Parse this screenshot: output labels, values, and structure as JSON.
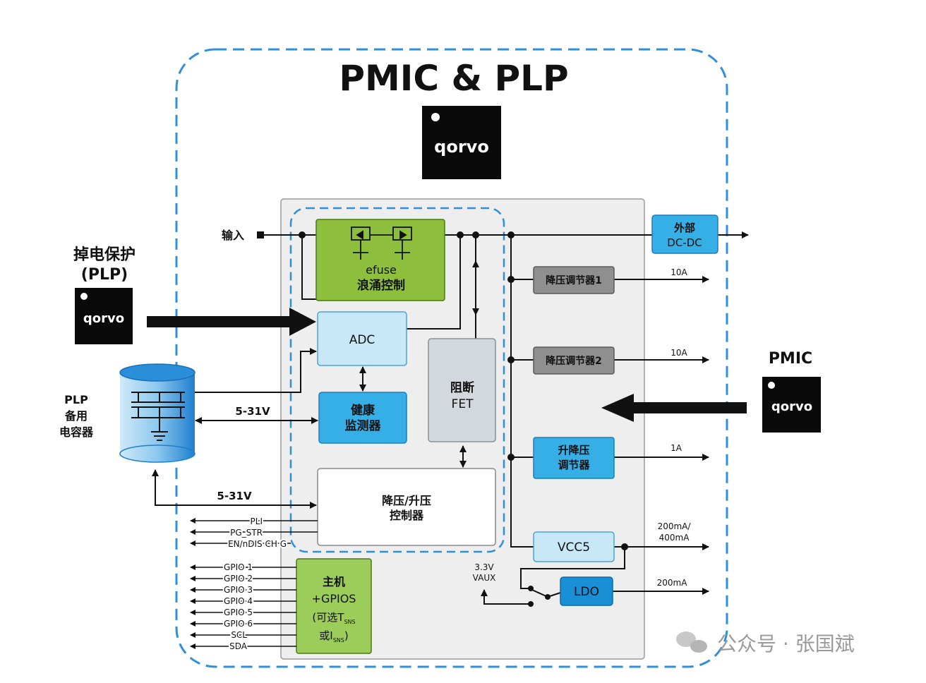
{
  "title": "PMIC & PLP",
  "logo_text": "qorvo",
  "colors": {
    "outer_dashed": "#2f8fd8",
    "chip_bg": "#eeeeee",
    "efuse_green": "#8dbf3c",
    "light_blue": "#c9e8f7",
    "mid_blue": "#36aee6",
    "dark_blue": "#1a8fd6",
    "gray_block": "#8f8f8f",
    "fet_gray": "#d3d8de",
    "host_green": "#9ccc5a"
  },
  "left_labels": {
    "plp_line1": "掉电保护",
    "plp_line2": "(PLP)",
    "cap_line1": "PLP",
    "cap_line2": "备用",
    "cap_line3": "电容器"
  },
  "right_labels": {
    "pmic": "PMIC"
  },
  "input_label": "输入",
  "blocks": {
    "efuse_line1": "efuse",
    "efuse_line2": "浪涌控制",
    "adc": "ADC",
    "health_line1": "健康",
    "health_line2": "监测器",
    "fet_line1": "阻断",
    "fet_line2": "FET",
    "buckboost_ctrl_line1": "降压/升压",
    "buckboost_ctrl_line2": "控制器",
    "host_line1": "主机",
    "host_line2": "+GPIOS",
    "host_line3": "(可选T",
    "host_line3_sub": "SNS",
    "host_line4": "或I",
    "host_line4_sub": "SNS",
    "host_line4_end": ")",
    "ext_dcdc_line1": "外部",
    "ext_dcdc_line2": "DC-DC",
    "buck1": "降压调节器1",
    "buck2": "降压调节器2",
    "bb_reg_line1": "升降压",
    "bb_reg_line2": "调节器",
    "vcc5": "VCC5",
    "ldo": "LDO"
  },
  "voltage_labels": {
    "v1": "5-31V",
    "v2": "5-31V"
  },
  "output_labels": {
    "o1": "10A",
    "o2": "10A",
    "o3": "1A",
    "o4a": "200mA/",
    "o4b": "400mA",
    "o5": "200mA"
  },
  "vaux": {
    "line1": "3.3V",
    "line2": "VAUX"
  },
  "ctrl_signals": [
    "PLI",
    "PG_STR",
    "EN/nDIS CH G"
  ],
  "gpio_signals": [
    "GPIO 1",
    "GPIO 2",
    "GPIO 3",
    "GPIO 4",
    "GPIO 5",
    "GPIO 6",
    "SCL",
    "SDA"
  ],
  "watermark": "公众号 · 张国斌"
}
